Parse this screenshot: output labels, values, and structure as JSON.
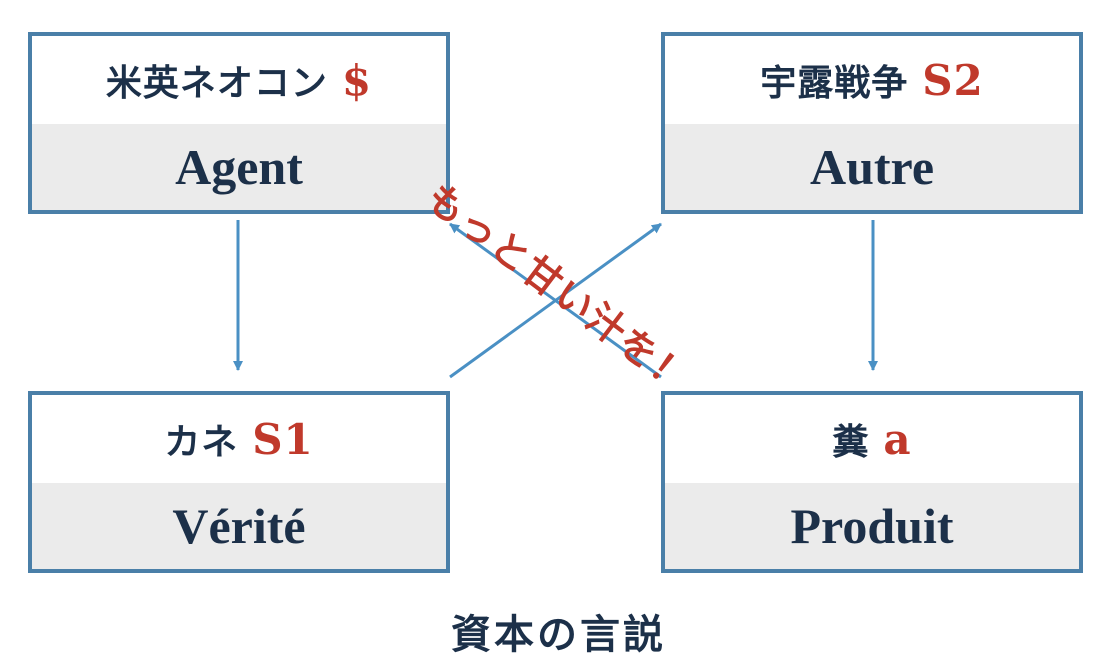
{
  "boxes": {
    "top_left": {
      "title": "米英ネオコン",
      "symbol": "$",
      "role": "Agent"
    },
    "top_right": {
      "title": "宇露戦争",
      "symbol": "S2",
      "role": "Autre"
    },
    "bottom_left": {
      "title": "カネ",
      "symbol": "S1",
      "role": "Vérité"
    },
    "bottom_right": {
      "title": "糞",
      "symbol": "a",
      "role": "Produit"
    }
  },
  "slogan": "もっと甘い汁を！",
  "caption": "資本の言説",
  "colors": {
    "border": "#4a7fa8",
    "arrow": "#4a90c4",
    "accent": "#c0392b",
    "text": "#1c3049",
    "panel": "#ebebeb"
  }
}
